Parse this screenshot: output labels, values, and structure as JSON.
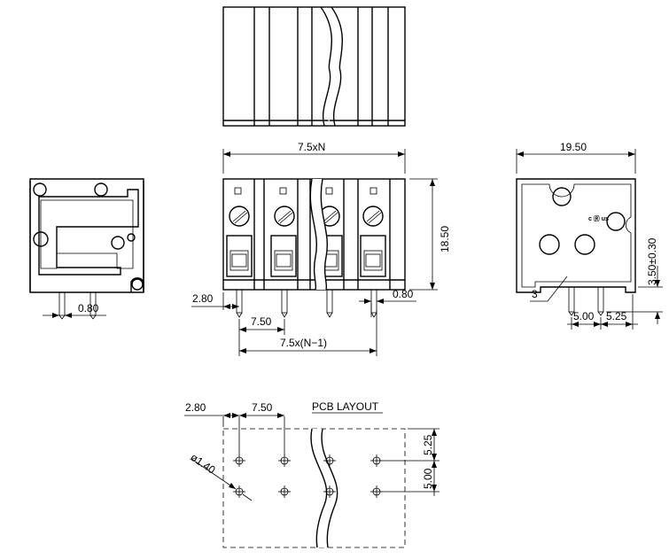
{
  "dimensions": {
    "pitch_n": "7.5xN",
    "pitch_n_minus_1": "7.5x(N−1)",
    "height_18_50": "18.50",
    "depth_19_50": "19.50",
    "offset_2_80": "2.80",
    "pitch_7_50": "7.50",
    "pin_0_80_right": "0.80",
    "pin_0_80_left": "0.80",
    "pin_tol": "3.50±0.30",
    "leader_3": "3",
    "pin_5_00": "5.00",
    "pin_5_25": "5.25"
  },
  "pcb": {
    "title": "PCB LAYOUT",
    "offset_2_80": "2.80",
    "pitch_7_50": "7.50",
    "hole_dia": "ø1.40",
    "row_5_25": "5.25",
    "row_5_00": "5.00"
  },
  "logo_text": "c Ⓡ us"
}
